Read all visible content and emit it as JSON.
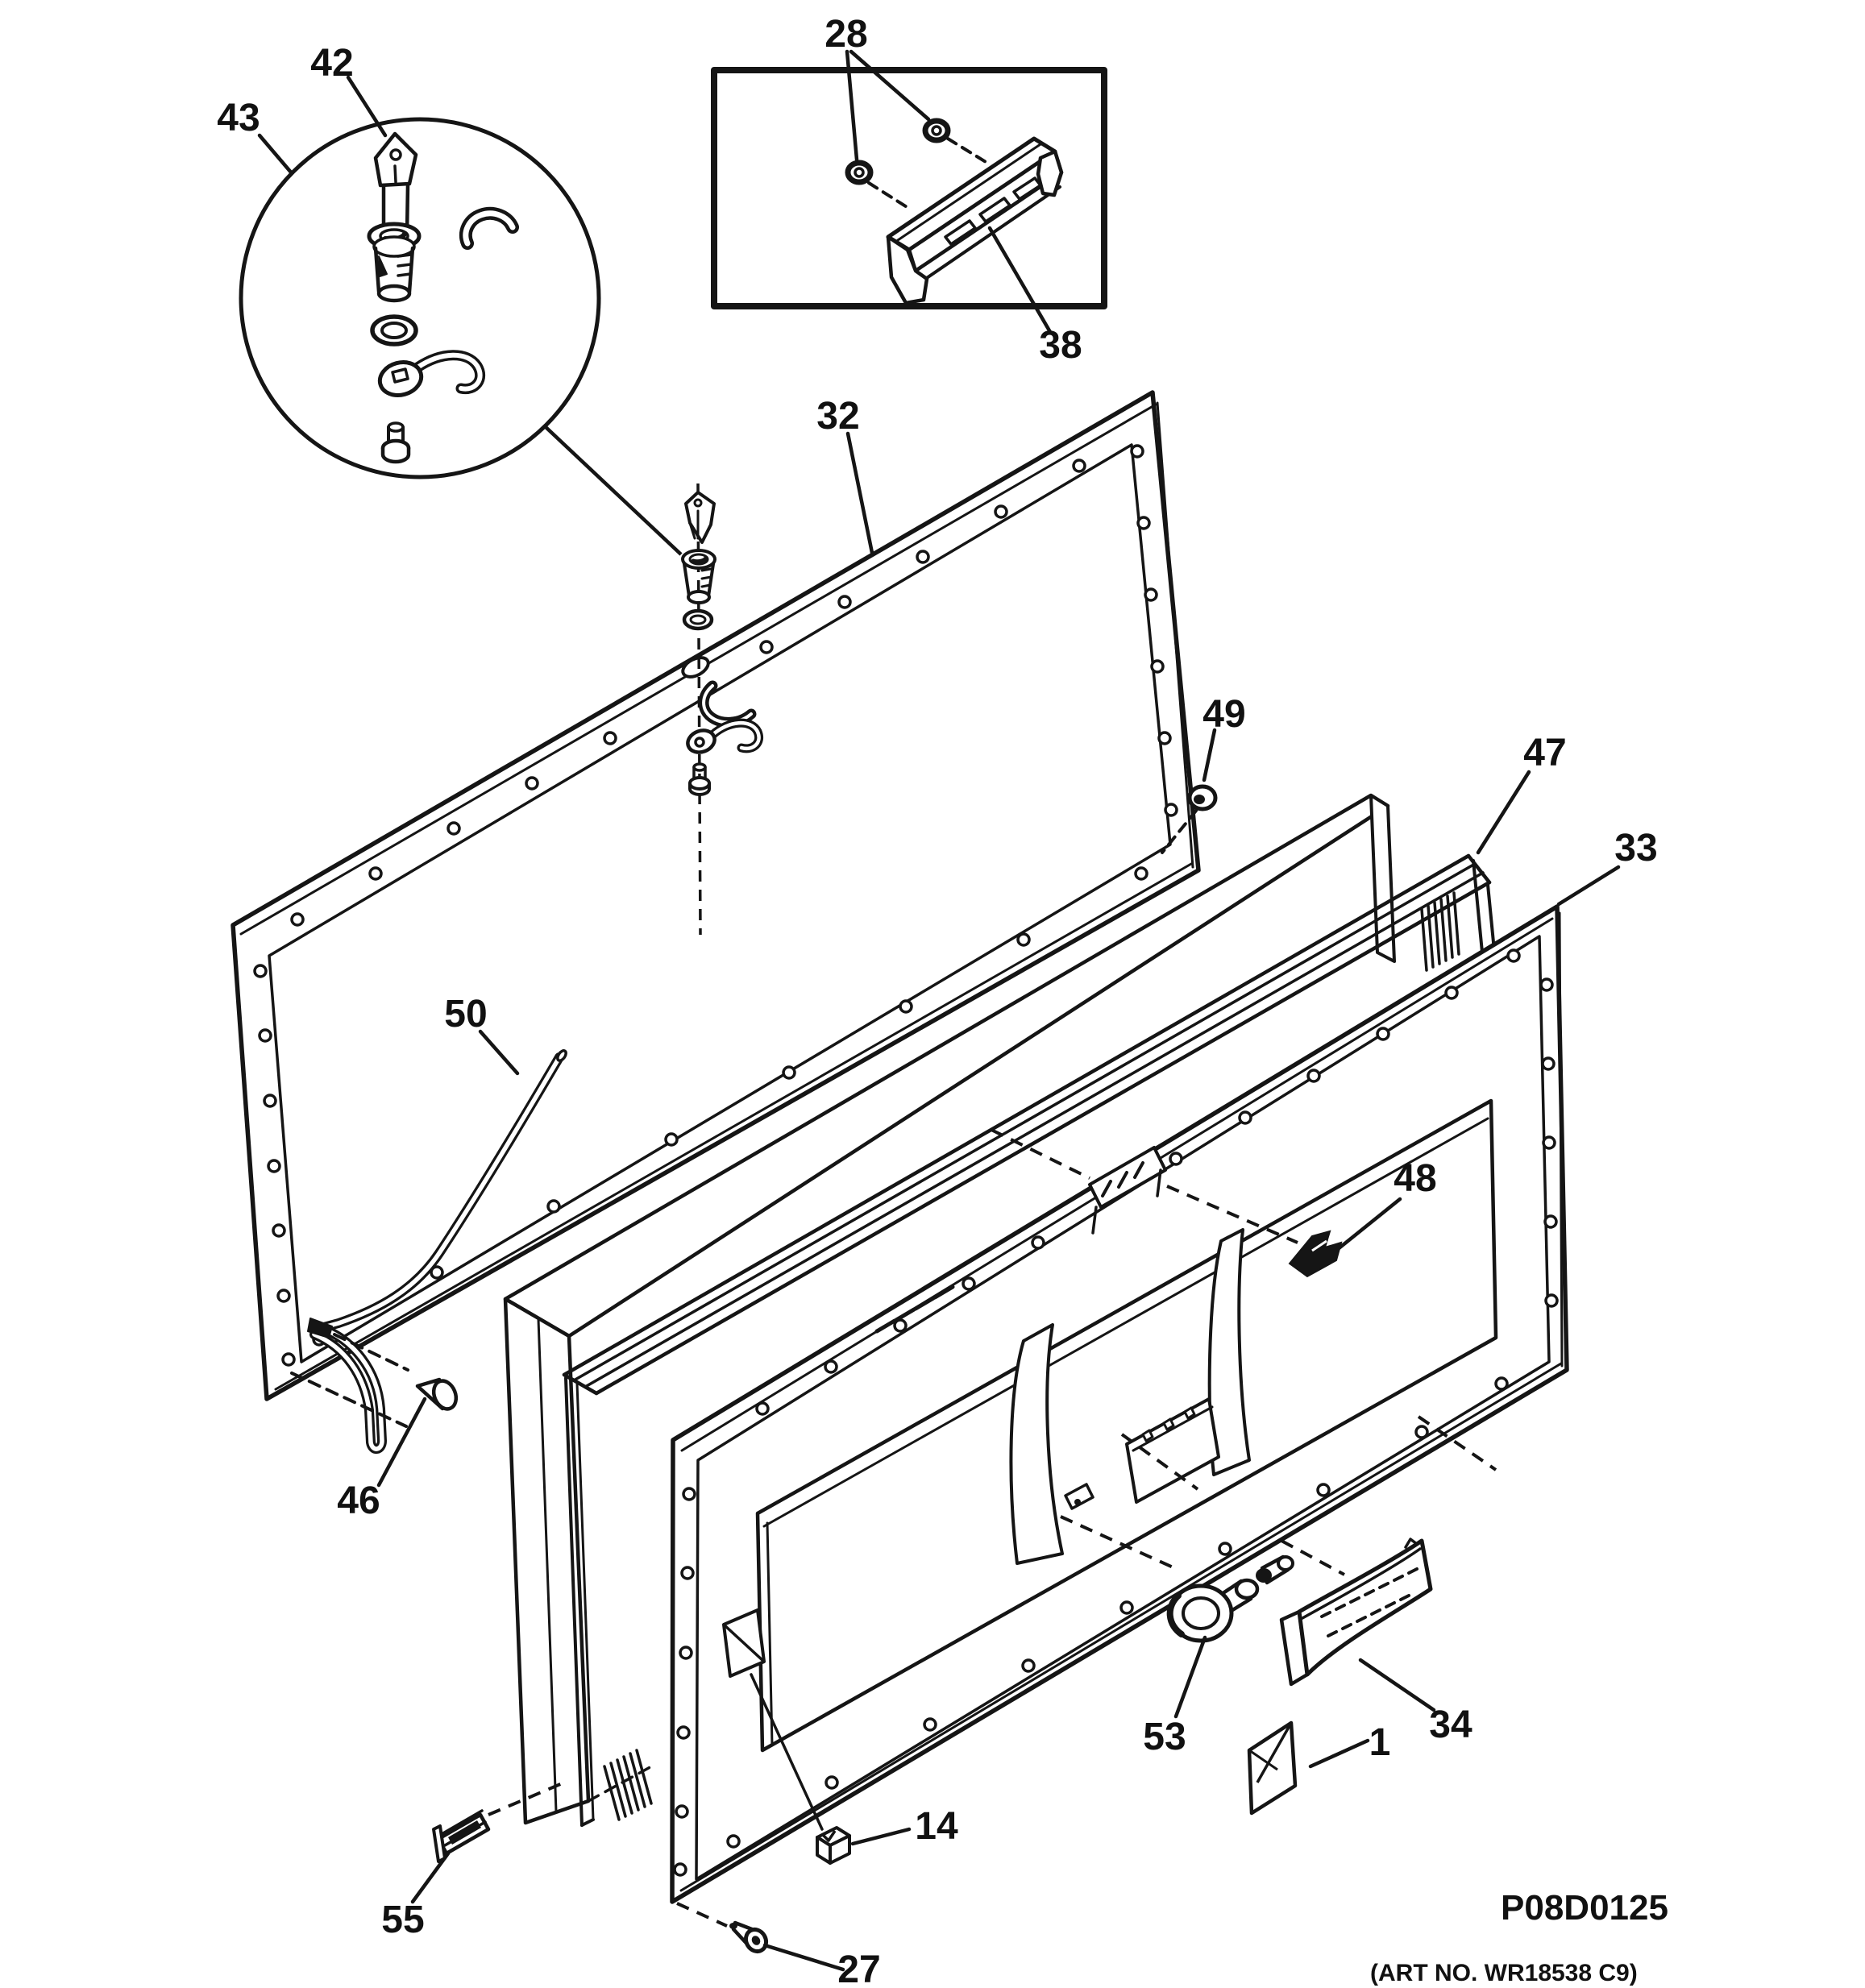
{
  "figure": {
    "drawing_code": "P08D0125",
    "art_no_line": "(ART NO. WR18538 C9)"
  },
  "callouts": {
    "c1": {
      "label": "1"
    },
    "c14": {
      "label": "14"
    },
    "c27": {
      "label": "27"
    },
    "c28": {
      "label": "28"
    },
    "c32": {
      "label": "32"
    },
    "c33": {
      "label": "33"
    },
    "c34": {
      "label": "34"
    },
    "c38": {
      "label": "38"
    },
    "c42": {
      "label": "42"
    },
    "c43": {
      "label": "43"
    },
    "c46": {
      "label": "46"
    },
    "c47": {
      "label": "47"
    },
    "c48": {
      "label": "48"
    },
    "c49": {
      "label": "49"
    },
    "c50": {
      "label": "50"
    },
    "c53": {
      "label": "53"
    },
    "c55": {
      "label": "55"
    }
  }
}
